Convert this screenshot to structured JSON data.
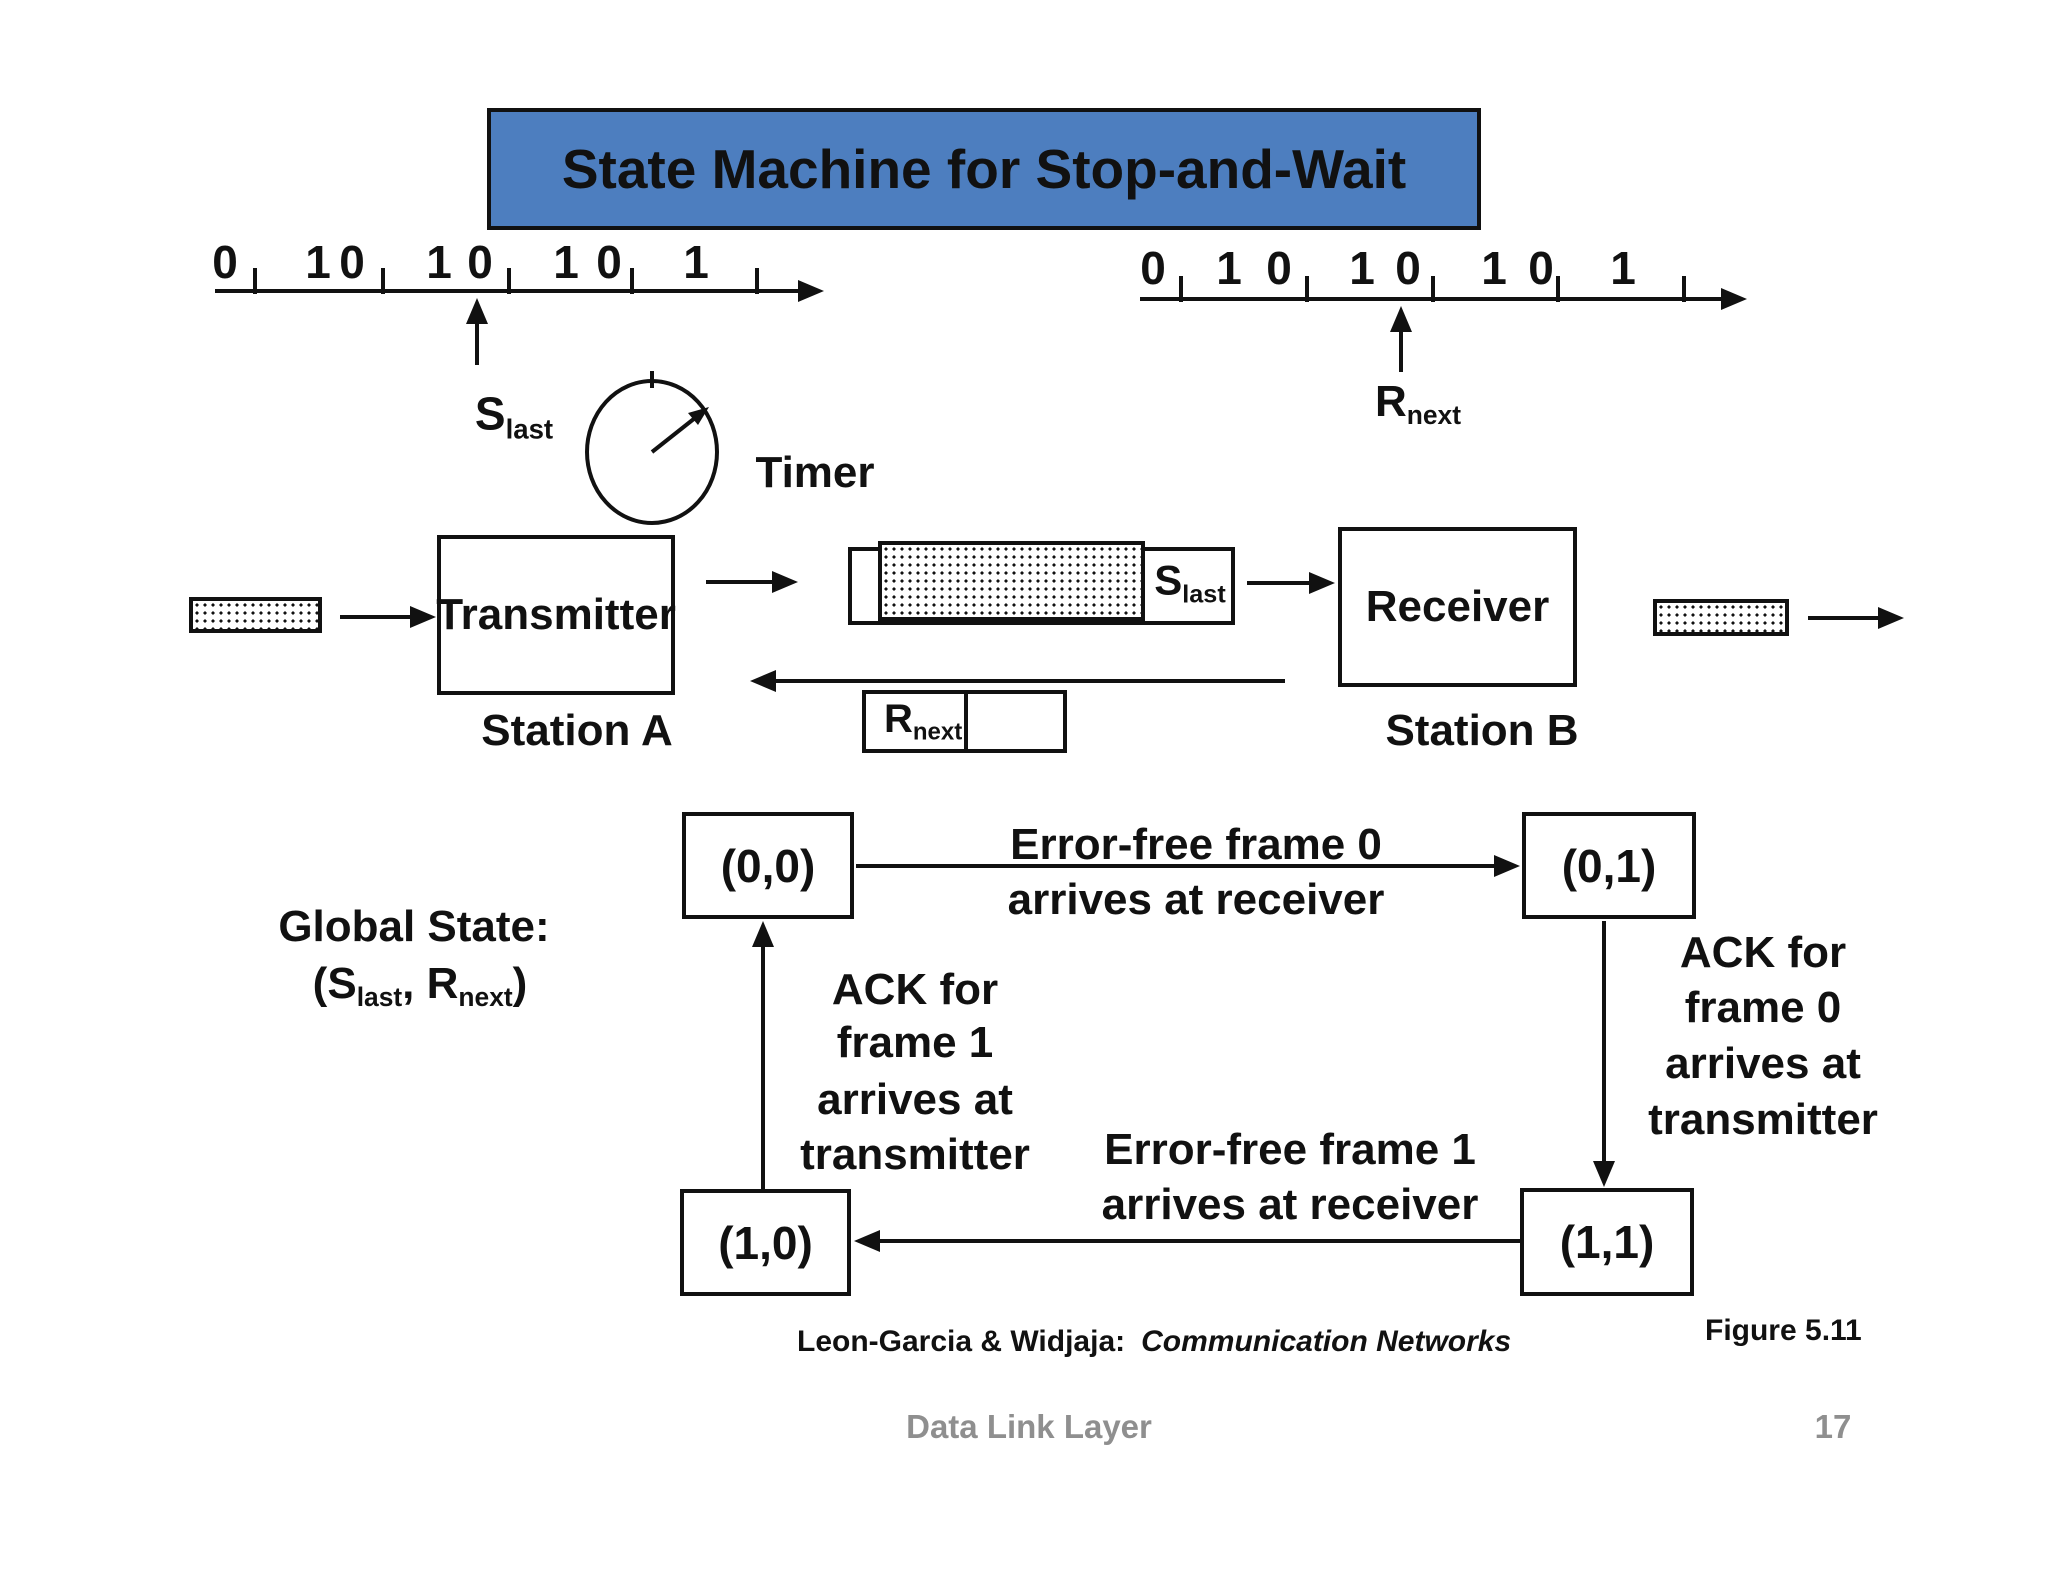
{
  "slide": {
    "title": "State Machine for Stop-and-Wait"
  },
  "colors": {
    "title_bg": "#4d7ebf",
    "ink": "#111111",
    "muted_text": "#8f8f8f"
  },
  "timeline_a": {
    "digits": [
      "0",
      "1",
      "0",
      "1",
      "0",
      "1",
      "0",
      "1"
    ],
    "pointer": {
      "main": "S",
      "sub": "last"
    }
  },
  "timeline_b": {
    "digits": [
      "0",
      "1",
      "0",
      "1",
      "0",
      "1",
      "0",
      "1"
    ],
    "pointer": {
      "main": "R",
      "sub": "next"
    }
  },
  "link": {
    "timer_label": "Timer",
    "transmitter": "Transmitter",
    "station_a": "Station A",
    "receiver": "Receiver",
    "station_b": "Station B",
    "frame_label": {
      "main": "S",
      "sub": "last"
    },
    "ack_label": {
      "main": "R",
      "sub": "next"
    }
  },
  "global_state": {
    "title": "Global State:",
    "open": "(",
    "s_main": "S",
    "s_sub": "last",
    "comma": ", ",
    "r_main": "R",
    "r_sub": "next",
    "close": ")"
  },
  "states": {
    "s00": "(0,0)",
    "s01": "(0,1)",
    "s10": "(1,0)",
    "s11": "(1,1)"
  },
  "transitions": {
    "top": [
      "Error-free frame 0",
      "arrives at receiver"
    ],
    "right": [
      "ACK for",
      "frame 0",
      "arrives at",
      "transmitter"
    ],
    "left": [
      "ACK for",
      "frame 1",
      "arrives at",
      "transmitter"
    ],
    "bottom": [
      "Error-free frame 1",
      "arrives at receiver"
    ]
  },
  "footer": {
    "citation_authors": "Leon-Garcia & Widjaja:",
    "citation_book": "Communication Networks",
    "figure": "Figure 5.11",
    "section": "Data Link Layer",
    "page": "17"
  }
}
